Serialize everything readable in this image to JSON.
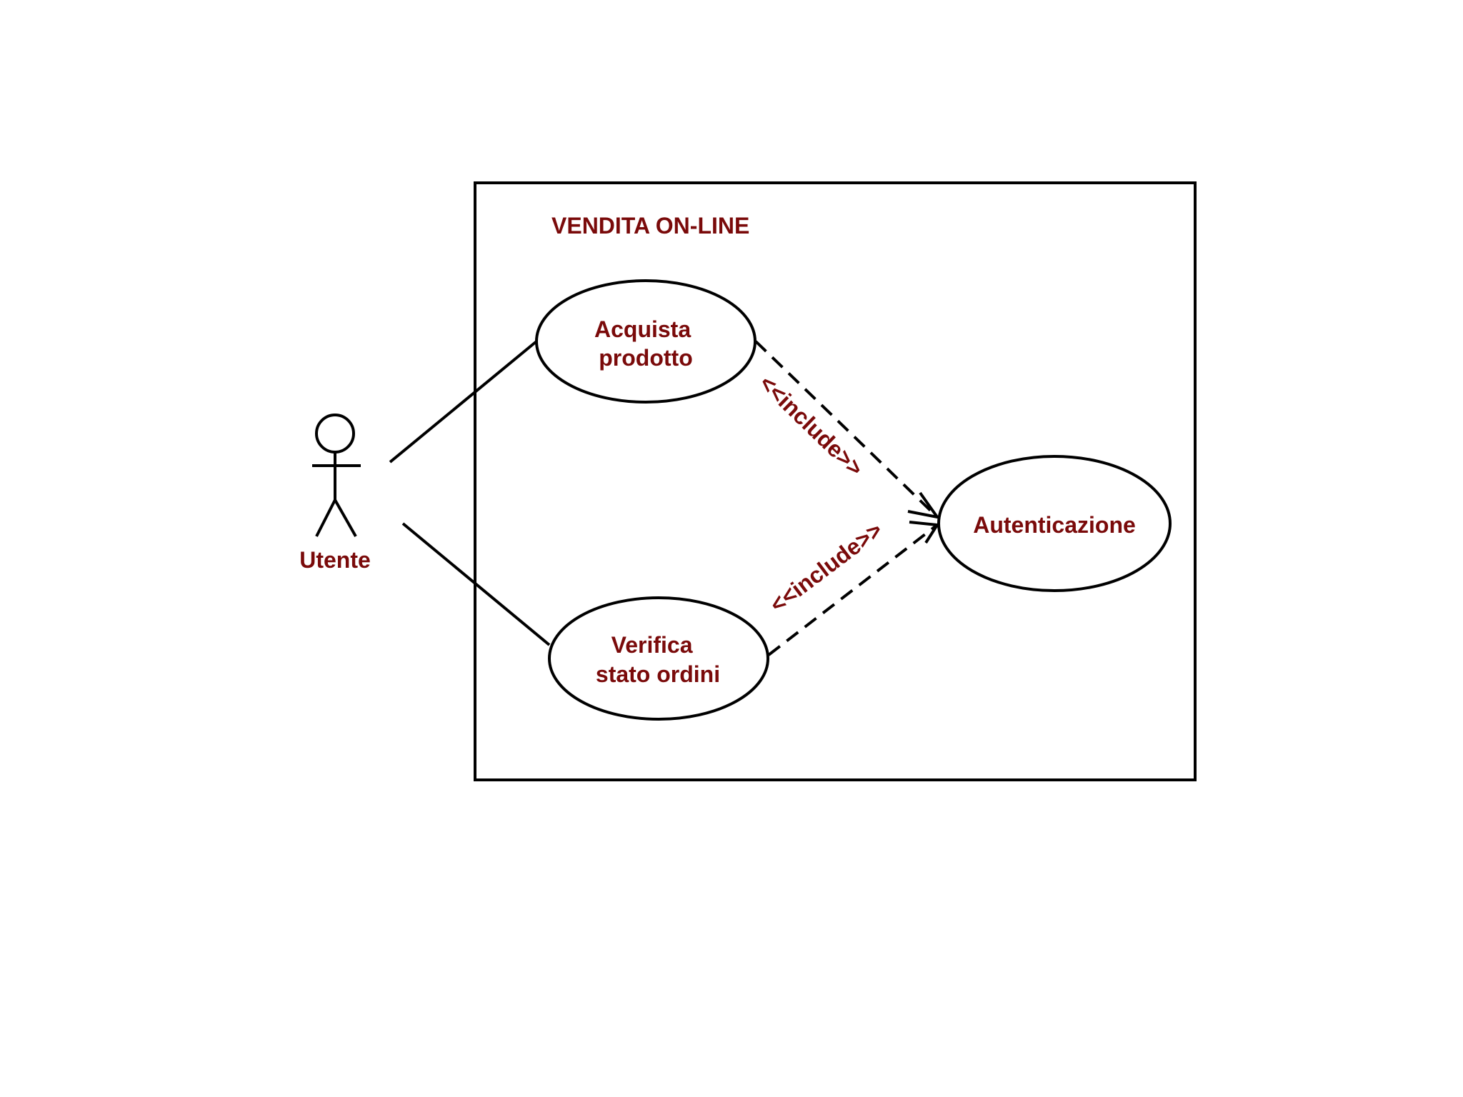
{
  "colors": {
    "text": "#7a0a0a",
    "line": "#000000",
    "background": "#ffffff"
  },
  "system": {
    "title": "VENDITA ON-LINE"
  },
  "actor": {
    "label": "Utente"
  },
  "use_cases": {
    "acquista": {
      "line1": "Acquista",
      "line2": "prodotto"
    },
    "verifica": {
      "line1": "Verifica",
      "line2": "stato ordini"
    },
    "autenticazione": {
      "label": "Autenticazione"
    }
  },
  "relations": {
    "include_top": "<<include>>",
    "include_bottom": "<<include>>"
  }
}
